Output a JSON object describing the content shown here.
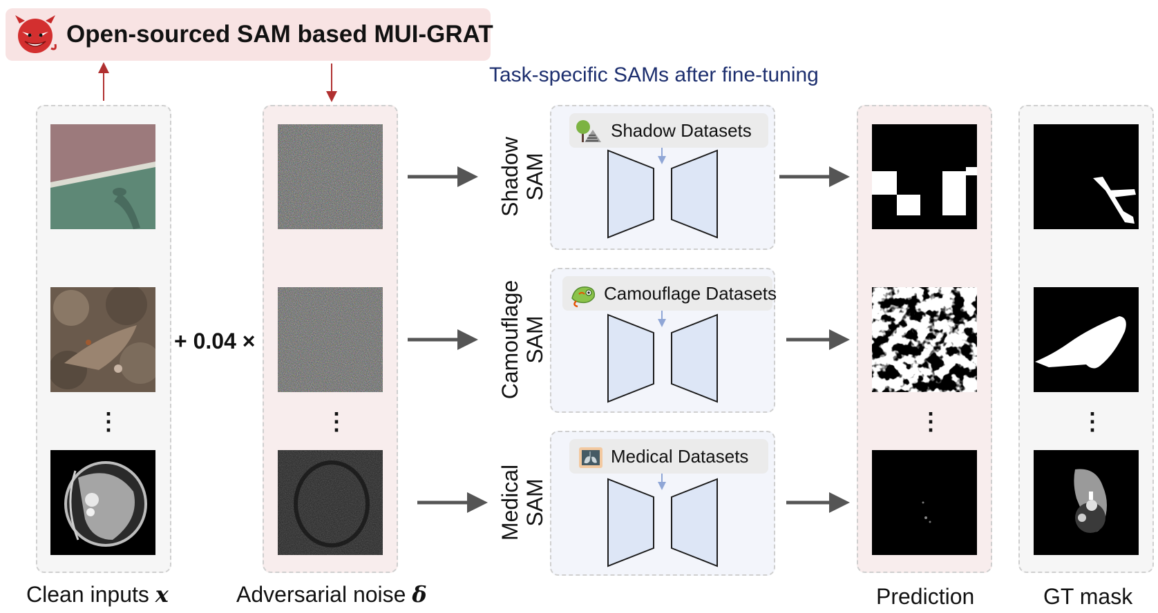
{
  "banner": {
    "title": "Open-sourced SAM based MUI-GRAT",
    "icon": "devil-icon"
  },
  "task_title": "Task-specific SAMs after fine-tuning",
  "multiplier": "+ 0.04 ×",
  "vertical_ellipsis": "⋮",
  "captions": {
    "clean_inputs": "Clean inputs",
    "clean_symbol": "x",
    "adversarial_noise": "Adversarial noise",
    "noise_symbol": "δ",
    "prediction": "Prediction",
    "gt_mask": "GT mask"
  },
  "rows": [
    {
      "model_line1": "Shadow",
      "model_line2": "SAM",
      "dataset": "Shadow Datasets",
      "dataset_icon": "shadow-icon"
    },
    {
      "model_line1": "Camouflage",
      "model_line2": "SAM",
      "dataset": "Camouflage Datasets",
      "dataset_icon": "chameleon-icon"
    },
    {
      "model_line1": "Medical",
      "model_line2": "SAM",
      "dataset": "Medical Datasets",
      "dataset_icon": "lungs-xray-icon"
    }
  ],
  "colors": {
    "banner_bg": "#f8e3e3",
    "attack_arrow": "#b03030",
    "flow_arrow": "#555555",
    "encoder_fill": "#dde6f6",
    "task_title": "#1c2e6e",
    "small_arrow": "#8fa6d6"
  }
}
